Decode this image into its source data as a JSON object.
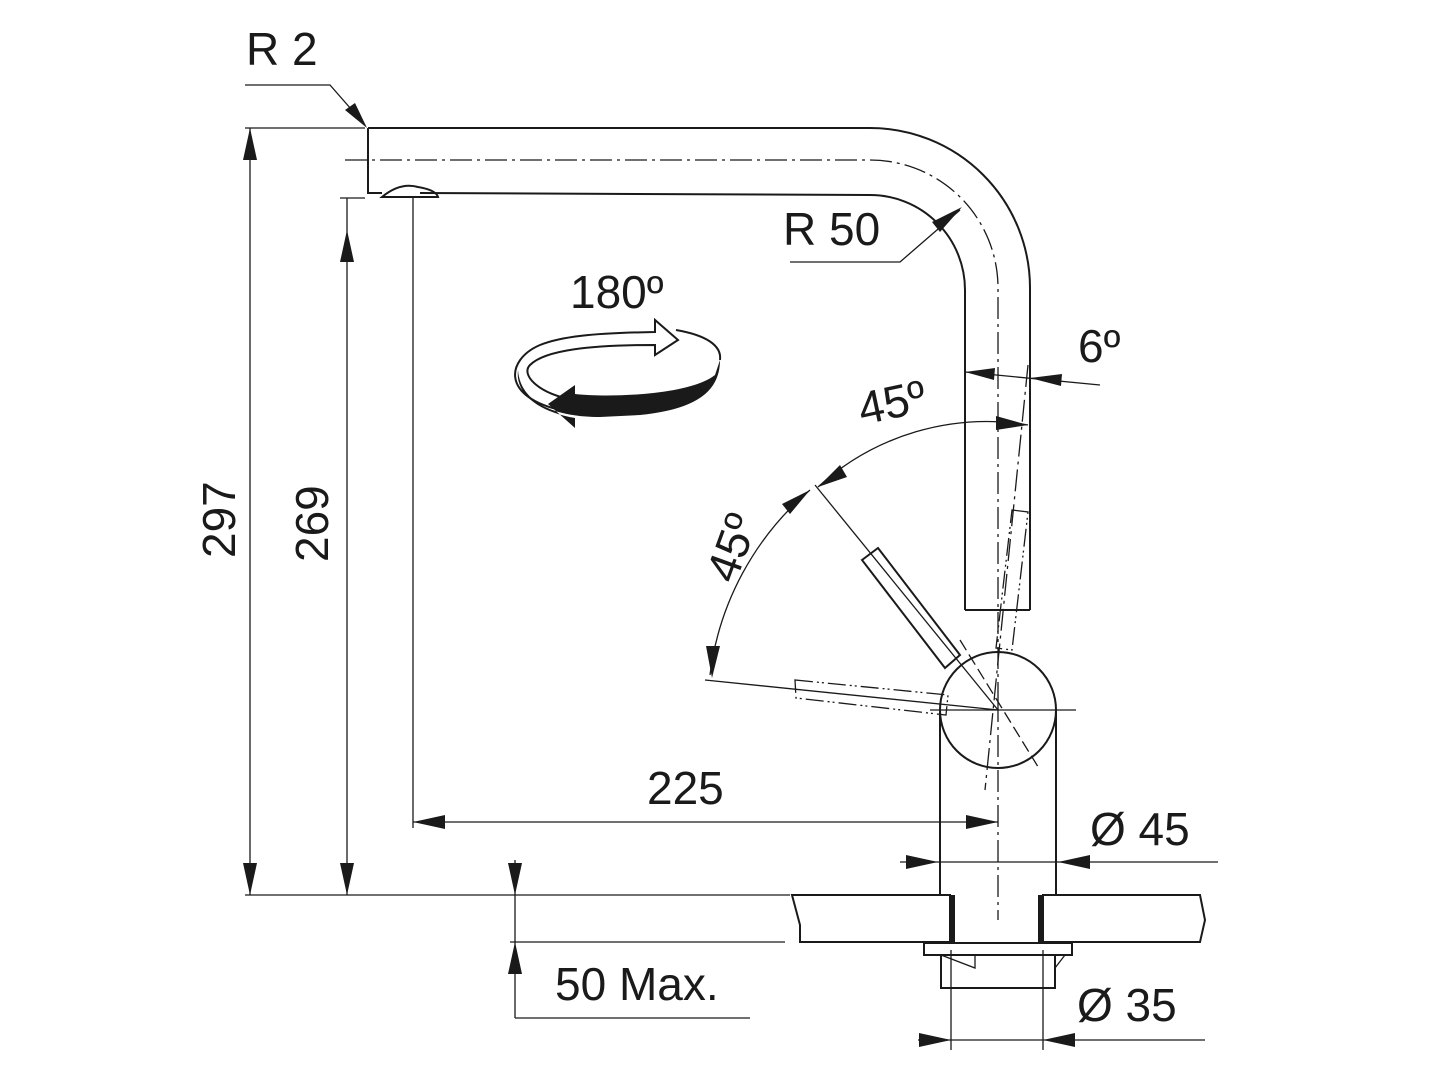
{
  "labels": {
    "r2": "R 2",
    "r50": "R 50",
    "rotation": "180º",
    "angle6": "6º",
    "angle45_upper": "45º",
    "angle45_lower": "45º",
    "height_total": "297",
    "height_outlet": "269",
    "reach": "225",
    "body_diameter": "Ø 45",
    "counter_thickness": "50 Max.",
    "hole_diameter": "Ø 35"
  },
  "colors": {
    "line": "#1a1a1a",
    "background": "#ffffff"
  }
}
